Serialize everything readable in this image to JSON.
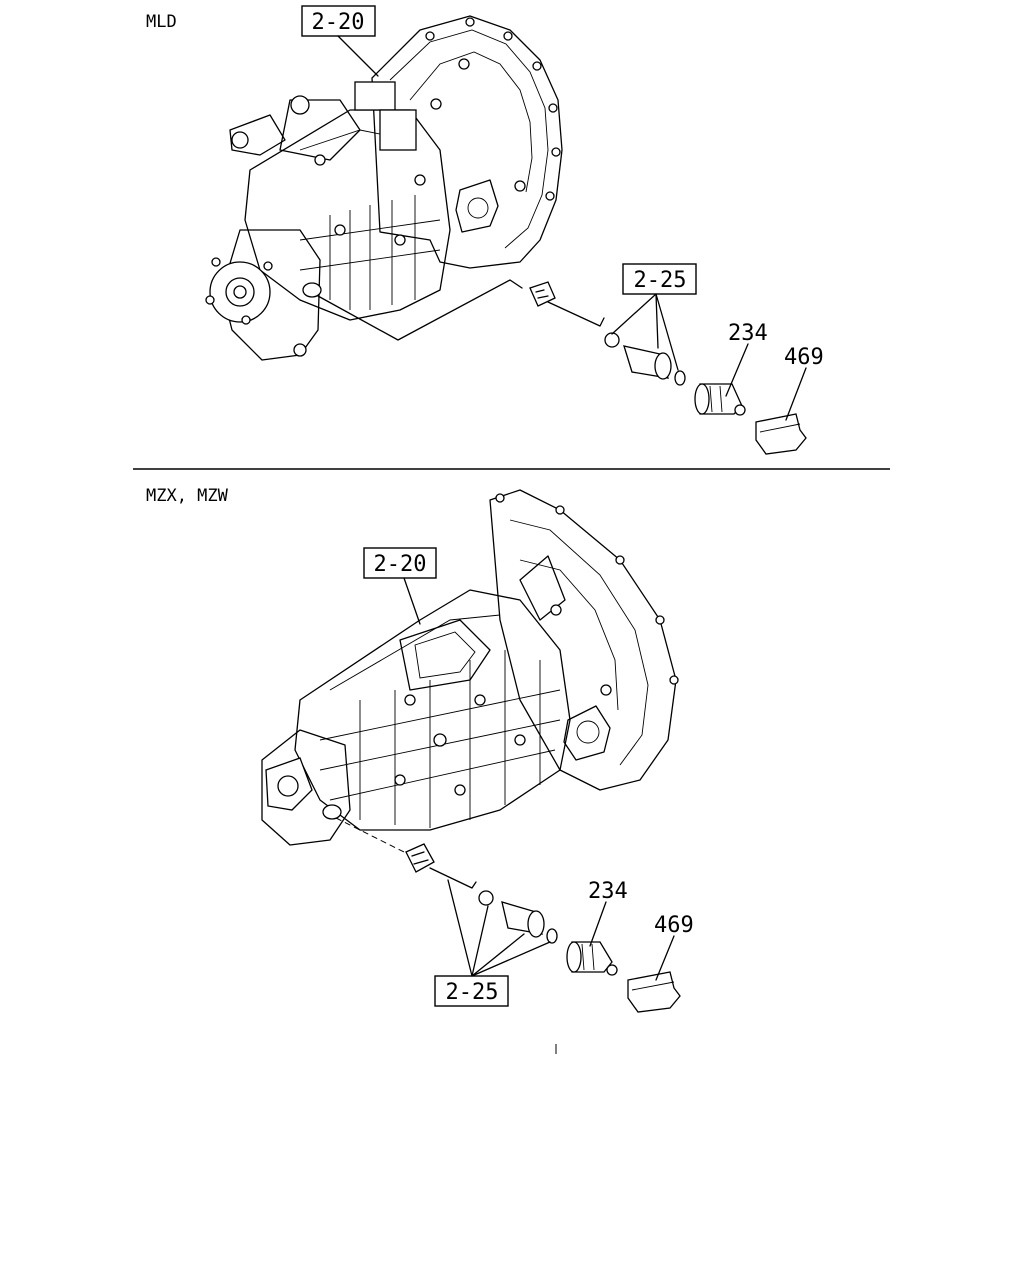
{
  "sections": [
    {
      "label": "MLD",
      "refs": [
        "2-20",
        "2-25"
      ],
      "parts": [
        "234",
        "469"
      ]
    },
    {
      "label": "MZX, MZW",
      "refs": [
        "2-20",
        "2-25"
      ],
      "parts": [
        "234",
        "469"
      ]
    }
  ]
}
